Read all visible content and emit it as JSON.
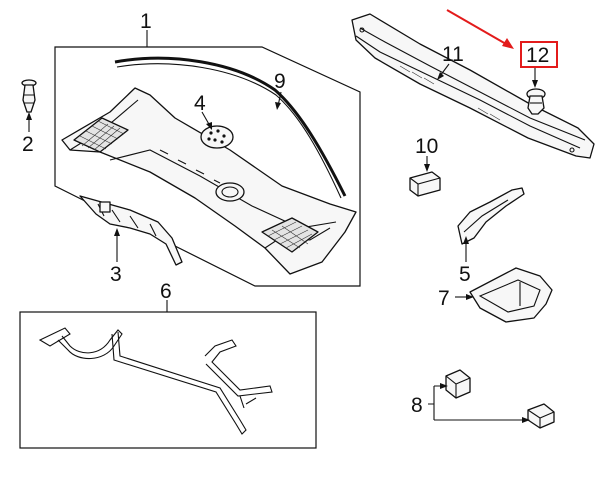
{
  "callouts": {
    "c1": "1",
    "c2": "2",
    "c3": "3",
    "c4": "4",
    "c5": "5",
    "c6": "6",
    "c7": "7",
    "c8": "8",
    "c9": "9",
    "c10": "10",
    "c11": "11",
    "c12": "12"
  },
  "highlight": {
    "callout": "12",
    "box_color": "#e31b1b",
    "arrow_color": "#e31b1b"
  },
  "colors": {
    "line": "#111111",
    "background": "#ffffff"
  }
}
